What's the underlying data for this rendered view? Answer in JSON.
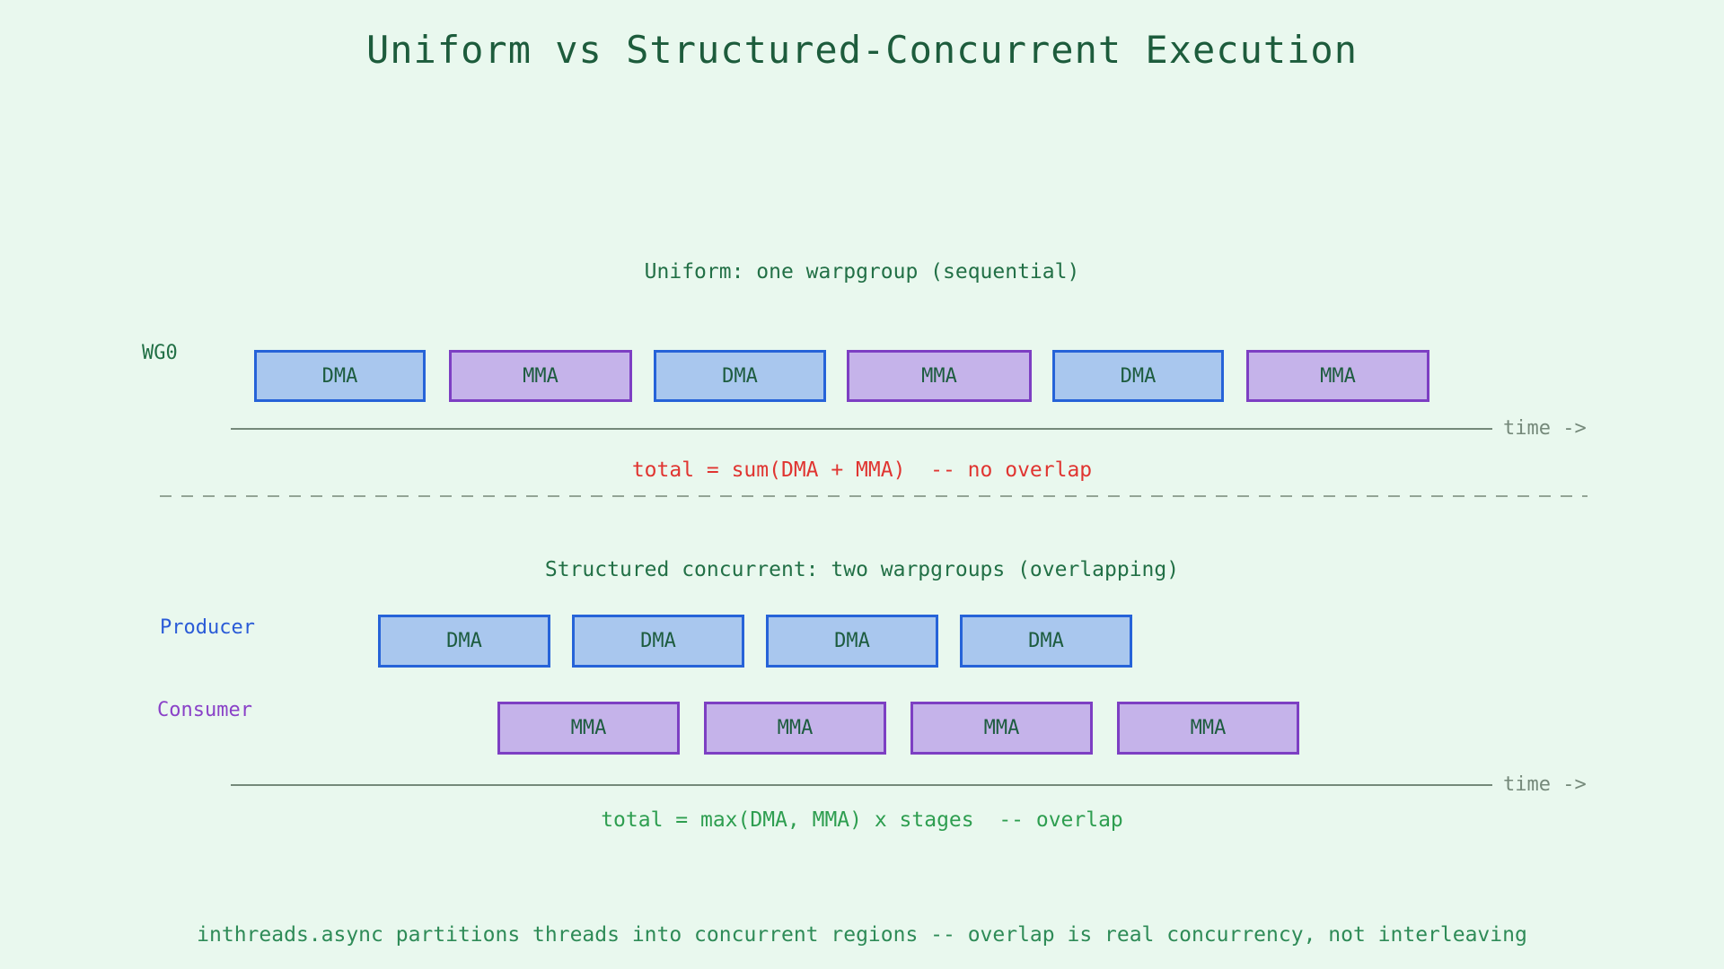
{
  "title": "Uniform vs Structured-Concurrent Execution",
  "uniform_section": {
    "heading": "Uniform: one warpgroup (sequential)",
    "lane_label": "WG0",
    "boxes": [
      {
        "label": "DMA",
        "kind": "dma"
      },
      {
        "label": "MMA",
        "kind": "mma"
      },
      {
        "label": "DMA",
        "kind": "dma"
      },
      {
        "label": "MMA",
        "kind": "mma"
      },
      {
        "label": "DMA",
        "kind": "dma"
      },
      {
        "label": "MMA",
        "kind": "mma"
      }
    ],
    "axis_label": "time ->",
    "total_note": "total = sum(DMA + MMA)  -- no overlap"
  },
  "concurrent_section": {
    "heading": "Structured concurrent: two warpgroups (overlapping)",
    "producer": {
      "label": "Producer",
      "boxes": [
        {
          "label": "DMA",
          "kind": "dma"
        },
        {
          "label": "DMA",
          "kind": "dma"
        },
        {
          "label": "DMA",
          "kind": "dma"
        },
        {
          "label": "DMA",
          "kind": "dma"
        }
      ]
    },
    "consumer": {
      "label": "Consumer",
      "boxes": [
        {
          "label": "MMA",
          "kind": "mma"
        },
        {
          "label": "MMA",
          "kind": "mma"
        },
        {
          "label": "MMA",
          "kind": "mma"
        },
        {
          "label": "MMA",
          "kind": "mma"
        }
      ]
    },
    "axis_label": "time ->",
    "total_note": "total = max(DMA, MMA) x stages  -- overlap"
  },
  "footer_note": "inthreads.async partitions threads into concurrent regions -- overlap is real concurrency, not interleaving",
  "colors": {
    "background": "#e9f8ee",
    "title_green": "#1d5c3c",
    "heading_green": "#227046",
    "box_text_green": "#1d5c3f",
    "total_red": "#e03531",
    "total_green": "#2e9e50",
    "footer_green": "#2e8b57",
    "producer_blue": "#2a5bd7",
    "consumer_purple": "#8a42c8",
    "dma_fill": "#a9c7ee",
    "dma_border": "#2663d8",
    "mma_fill": "#c5b3ea",
    "mma_border": "#7d3fc3",
    "axis_gray": "#75897a",
    "divider_gray": "#93a495"
  }
}
